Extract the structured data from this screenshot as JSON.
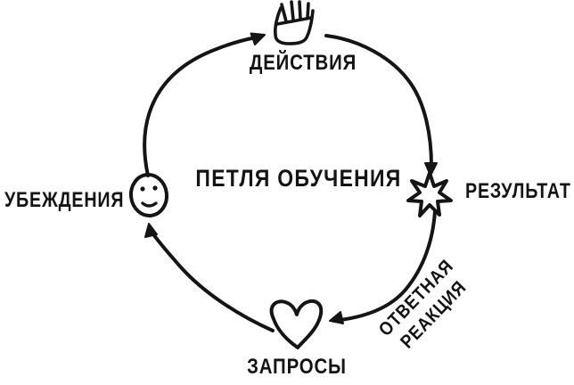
{
  "diagram": {
    "title": "ПЕТЛЯ ОБУЧЕНИЯ",
    "type": "cycle",
    "colors": {
      "ink": "#151515",
      "background": "#ffffff"
    },
    "nodes": [
      {
        "id": "actions",
        "label": "ДЕЙСТВИЯ",
        "icon": "hand-icon",
        "position": "top"
      },
      {
        "id": "result",
        "label": "РЕЗУЛЬТАТ",
        "icon": "burst-star-icon",
        "position": "right"
      },
      {
        "id": "requests",
        "label": "ЗАПРОСЫ",
        "icon": "heart-icon",
        "position": "bottom"
      },
      {
        "id": "beliefs",
        "label": "УБЕЖДЕНИЯ",
        "icon": "smiley-icon",
        "position": "left"
      }
    ],
    "edges": [
      {
        "from": "beliefs",
        "to": "actions"
      },
      {
        "from": "actions",
        "to": "result"
      },
      {
        "from": "result",
        "to": "requests",
        "label_line1": "ОТВЕТНАЯ",
        "label_line2": "РЕАКЦИЯ"
      },
      {
        "from": "requests",
        "to": "beliefs"
      }
    ]
  }
}
